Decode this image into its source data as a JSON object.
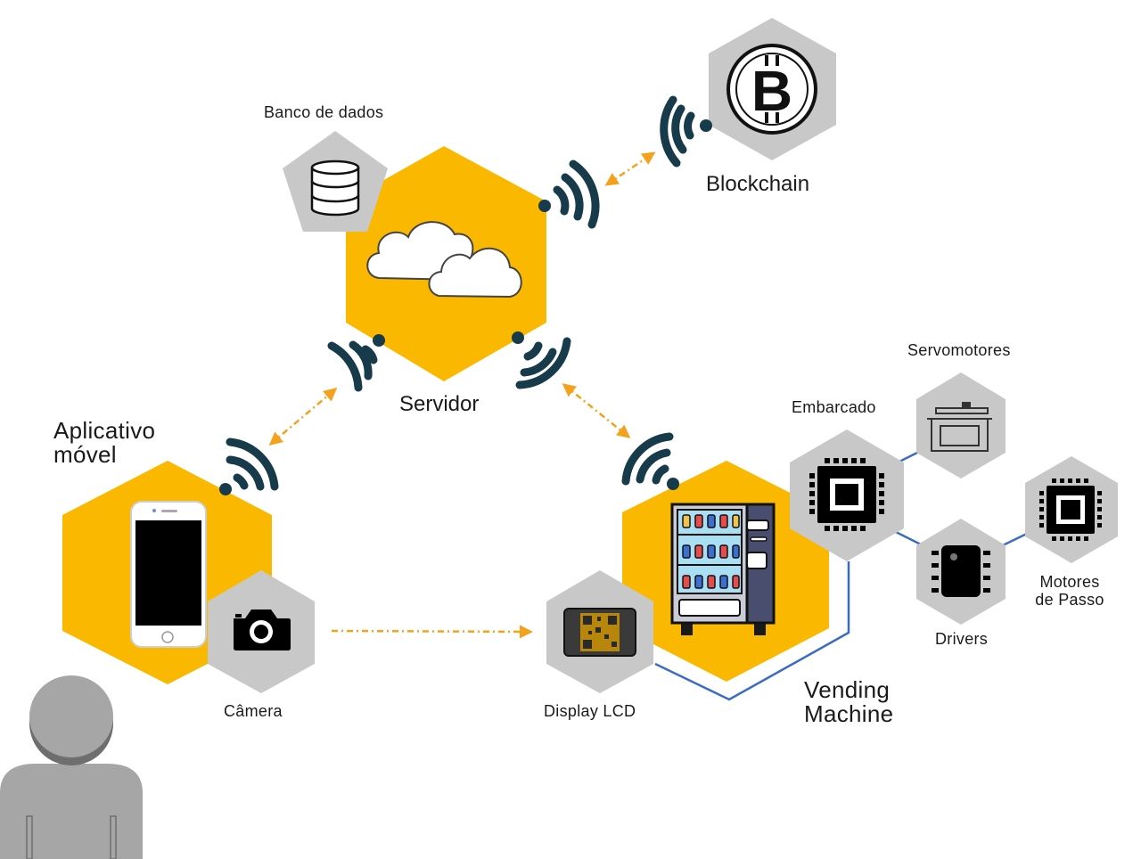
{
  "labels": {
    "database": "Banco de dados",
    "server": "Servidor",
    "blockchain": "Blockchain",
    "app_line1": "Aplicativo",
    "app_line2": "móvel",
    "camera": "Câmera",
    "display": "Display LCD",
    "vending_line1": "Vending",
    "vending_line2": "Machine",
    "embedded": "Embarcado",
    "servos": "Servomotores",
    "drivers": "Drivers",
    "steppers_line1": "Motores",
    "steppers_line2": "de Passo"
  },
  "icons": {
    "bitcoin_symbol": "B"
  },
  "colors": {
    "hub": "#FBB800",
    "node": "#C8C8C8",
    "signal": "#173B4A",
    "link_dashed": "#F4A21C",
    "wire": "#3B6BC2",
    "ink": "#000000",
    "user": "#A6A6A6",
    "user_shadow": "#6E6E6E"
  }
}
